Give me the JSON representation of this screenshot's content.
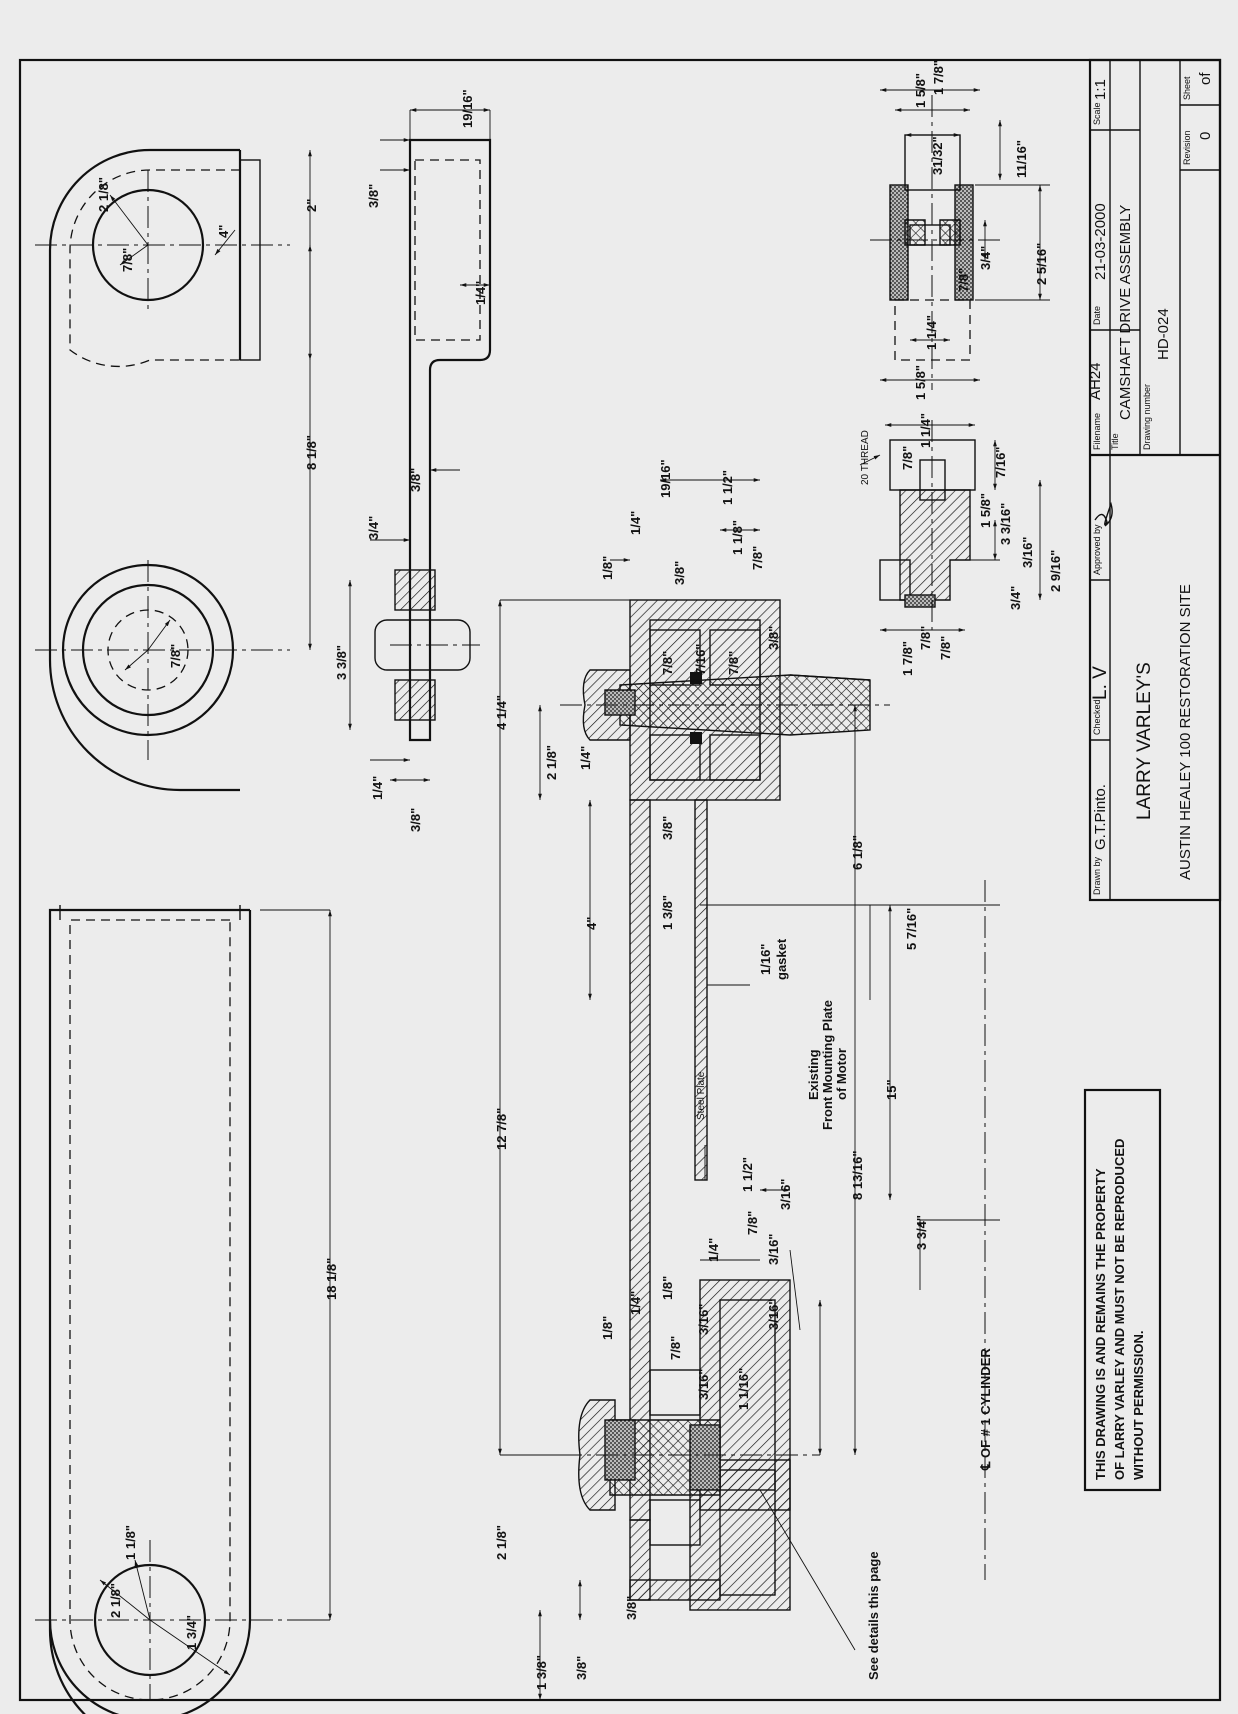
{
  "title_block": {
    "drawn_by_label": "Drawn by",
    "drawn_by": "G.T.Pinto.",
    "checked_label": "Checked",
    "checked": "L. V",
    "approved_label": "Approved by",
    "filename_label": "Filename",
    "filename": "AH24",
    "date_label": "Date",
    "date": "21-03-2000",
    "scale_label": "Scale",
    "scale": "1:1",
    "title_label": "Title",
    "title": "CAMSHAFT DRIVE ASSEMBLY",
    "drawing_number_label": "Drawing number",
    "drawing_number": "HD-024",
    "revision_label": "Revision",
    "revision": "0",
    "sheet_label": "Sheet",
    "sheet": "of",
    "owner": "LARRY VARLEY'S",
    "site": "AUSTIN HEALEY 100 RESTORATION SITE"
  },
  "notice": {
    "line1": "THIS DRAWING IS AND REMAINS THE PROPERTY",
    "line2": "OF LARRY VARLEY AND MUST NOT BE REPRODUCED",
    "line3": "WITHOUT PERMISSION."
  },
  "annotations": {
    "see_details": "See details this page",
    "cylinder_centerline": "℄ OF # 1 CYLINDER",
    "mounting_plate_1": "Existing",
    "mounting_plate_2": "Front Mounting Plate",
    "mounting_plate_3": "of Motor",
    "steel_plate": "Steel Plate",
    "gasket_size": "1/16\"",
    "gasket": "gasket",
    "thread": "20 THREAD"
  },
  "dimensions": {
    "lever_2_1_8": "2 1/8\"",
    "lever_7_8": "7/8\"",
    "lever_4": "4\"",
    "lever_2": "2\"",
    "lever_8_1_8": "8 1/8\"",
    "lever_7_8_b": "7/8\"",
    "side_19_16": "19/16\"",
    "side_3_8": "3/8\"",
    "side_1_4": "1/4\"",
    "side_3_8_b": "3/8\"",
    "side_3_4": "3/4\"",
    "side_3_3_8": "3 3/8\"",
    "side_1_4_b": "1/4\"",
    "side_3_8_c": "3/8\"",
    "arm_18_1_8": "18 1/8\"",
    "arm_2_1_8": "2 1/8\"",
    "arm_1_1_8": "1 1/8\"",
    "arm_1_3_4": "1 3/4\"",
    "tr_1_7_8": "1 7/8\"",
    "tr_1_5_8": "1 5/8\"",
    "tr_31_32": "31/32\"",
    "tr_11_16": "11/16\"",
    "tr_3_4": "3/4\"",
    "tr_7_8": "7/8\"",
    "tr_2_5_16": "2 5/16\"",
    "tr_1_1_4": "1 1/4\"",
    "tr_1_5_8_b": "1 5/8\"",
    "md_1_1_4": "1 1/4\"",
    "md_7_8": "7/8\"",
    "md_7_16": "7/16\"",
    "md_1_5_8": "1 5/8\"",
    "md_3_16": "3 3/16\"",
    "md_3_16_b": "3/16\"",
    "md_2_9_16": "2 9/16\"",
    "md_3_4": "3/4\"",
    "md_7_8_b": "7/8\"",
    "md_1_7_8": "1 7/8\"",
    "md_7_8_c": "7/8\"",
    "a_19_16": "19/16\"",
    "a_1_1_2": "1 1/2\"",
    "a_1_4": "1/4\"",
    "a_1_8": "1/8\"",
    "a_3_8": "3/8\"",
    "a_1_1_8": "1 1/8\"",
    "a_7_8": "7/8\"",
    "a_7_8_b": "7/8\"",
    "a_7_16": "7/16\"",
    "a_7_8_c": "7/8\"",
    "a_3_8_b": "3/8\"",
    "a_4_1_4": "4 1/4\"",
    "a_2_1_8": "2 1/8\"",
    "a_1_4_b": "1/4\"",
    "a_3_8_c": "3/8\"",
    "a_6_1_8": "6 1/8\"",
    "a_5_7_16": "5 7/16\"",
    "a_1_3_8": "1 3/8\"",
    "a_4": "4\"",
    "a_12_7_8": "12 7/8\"",
    "a_15": "15\"",
    "a_8_13_16": "8 13/16\"",
    "a_3_3_4": "3 3/4\"",
    "b_1_1_2": "1 1/2\"",
    "b_7_8": "7/8\"",
    "b_3_16": "3/16\"",
    "b_3_16_b": "3/16\"",
    "b_1_4": "1/4\"",
    "b_1_8": "1/8\"",
    "b_1_8_b": "1/8\"",
    "b_1_4_b": "1/4\"",
    "b_7_8_b": "7/8\"",
    "b_3_16_c": "3/16\"",
    "b_3_16_d": "3/16\"",
    "b_3_16_e": "3/16\"",
    "b_11_16": "1 1/16\"",
    "b_2_1_8": "2 1/8\"",
    "b_3_8": "3/8\"",
    "b_1_3_8": "1 3/8\"",
    "b_3_8_b": "3/8\""
  }
}
